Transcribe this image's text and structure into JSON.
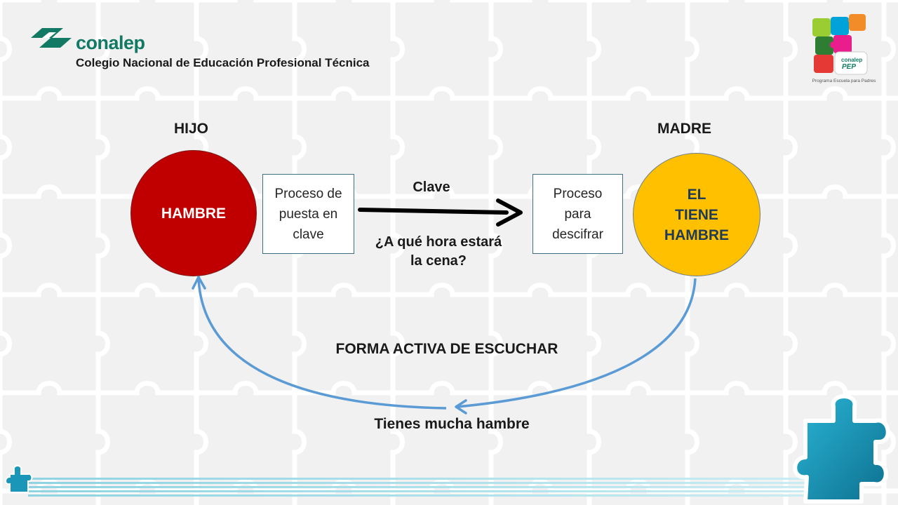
{
  "header": {
    "logo_name": "conalep",
    "logo_subtitle": "Colegio Nacional de Educación Profesional Técnica",
    "pep_logo": {
      "brand": "conalep",
      "mark": "PEP",
      "caption": "Programa Escuela para Padres"
    }
  },
  "diagram": {
    "sender_heading": "HIJO",
    "receiver_heading": "MADRE",
    "sender_circle": {
      "text": "HAMBRE",
      "color": "#c00000"
    },
    "receiver_circle": {
      "lines": [
        "EL",
        "TIENE",
        "HAMBRE"
      ],
      "color": "#ffc000"
    },
    "encode_box": {
      "lines": [
        "Proceso de",
        "puesta en",
        "clave"
      ]
    },
    "decode_box": {
      "lines": [
        "Proceso",
        "para",
        "descifrar"
      ]
    },
    "code_label": "Clave",
    "message_lines": [
      "¿A qué hora estará",
      "la cena?"
    ],
    "listening_title": "FORMA ACTIVA DE ESCUCHAR",
    "feedback_text": "Tienes mucha hambre",
    "feedback_color": "#5b9bd5"
  },
  "decor": {
    "puzzle_icon_name": "puzzle-piece-icon",
    "puzzle_color": "#1a96b8"
  }
}
